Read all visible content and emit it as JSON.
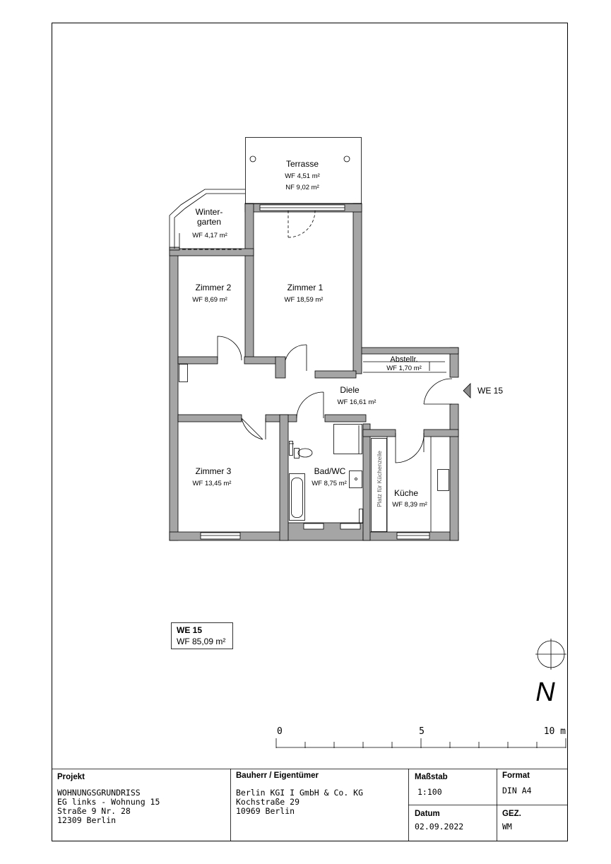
{
  "rooms": {
    "terrasse": {
      "name": "Terrasse",
      "wf": "WF 4,51 m²",
      "nf": "NF 9,02 m²"
    },
    "wintergarten": {
      "name_line1": "Winter-",
      "name_line2": "garten",
      "wf": "WF 4,17 m²"
    },
    "zimmer1": {
      "name": "Zimmer 1",
      "wf": "WF 18,59 m²"
    },
    "zimmer2": {
      "name": "Zimmer 2",
      "wf": "WF 8,69 m²"
    },
    "zimmer3": {
      "name": "Zimmer 3",
      "wf": "WF 13,45 m²"
    },
    "abstellr": {
      "name": "Abstellr.",
      "wf": "WF 1,70 m²"
    },
    "diele": {
      "name": "Diele",
      "wf": "WF 16,61 m²"
    },
    "bad": {
      "name": "Bad/WC",
      "wf": "WF 8,75 m²"
    },
    "kueche": {
      "name": "Küche",
      "wf": "WF 8,39 m²",
      "note": "Platz für Küchenzeile"
    }
  },
  "entrance_label": "WE 15",
  "unit_box": {
    "title": "WE 15",
    "area": "WF 85,09 m²"
  },
  "north_label": "N",
  "scale_bar": {
    "label_start": "0",
    "label_mid": "5",
    "label_end": "10 m"
  },
  "title_block": {
    "projekt": {
      "heading": "Projekt",
      "lines": [
        "WOHNUNGSGRUNDRISS",
        "EG links - Wohnung 15",
        "Straße 9 Nr. 28",
        "12309 Berlin"
      ]
    },
    "bauherr": {
      "heading": "Bauherr / Eigentümer",
      "lines": [
        "Berlin KGI I GmbH & Co. KG",
        "Kochstraße 29",
        "10969 Berlin"
      ]
    },
    "massstab": {
      "heading": "Maßstab",
      "value": "1:100"
    },
    "format": {
      "heading": "Format",
      "value": "DIN A4"
    },
    "datum": {
      "heading": "Datum",
      "value": "02.09.2022"
    },
    "gez": {
      "heading": "GEZ.",
      "value": "WM"
    }
  },
  "colors": {
    "wall": "#a5a5a5",
    "line": "#000000"
  }
}
